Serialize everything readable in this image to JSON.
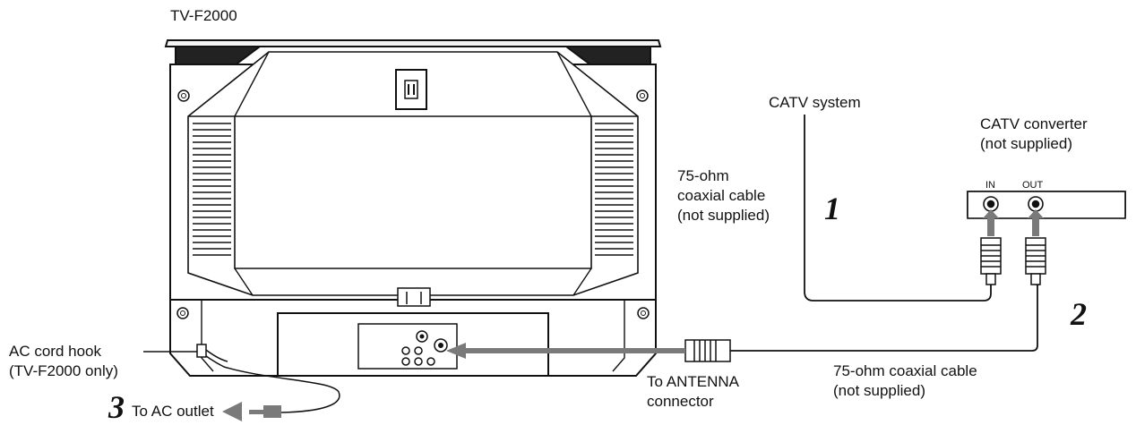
{
  "labels": {
    "model": "TV-F2000",
    "catv_system": "CATV system",
    "converter_line1": "CATV converter",
    "converter_line2": "(not supplied)",
    "coax1_line1": "75-ohm",
    "coax1_line2": "coaxial cable",
    "coax1_line3": "(not supplied)",
    "in_port": "IN",
    "out_port": "OUT",
    "step1": "1",
    "step2": "2",
    "step3": "3",
    "coax2_line1": "75-ohm coaxial cable",
    "coax2_line2": "(not supplied)",
    "antenna_line1": "To ANTENNA",
    "antenna_line2": "connector",
    "hook_line1": "AC cord hook",
    "hook_line2": "(TV-F2000 only)",
    "ac_outlet": "To AC outlet"
  },
  "colors": {
    "line": "#111111",
    "arrow": "#7a7a7a"
  }
}
